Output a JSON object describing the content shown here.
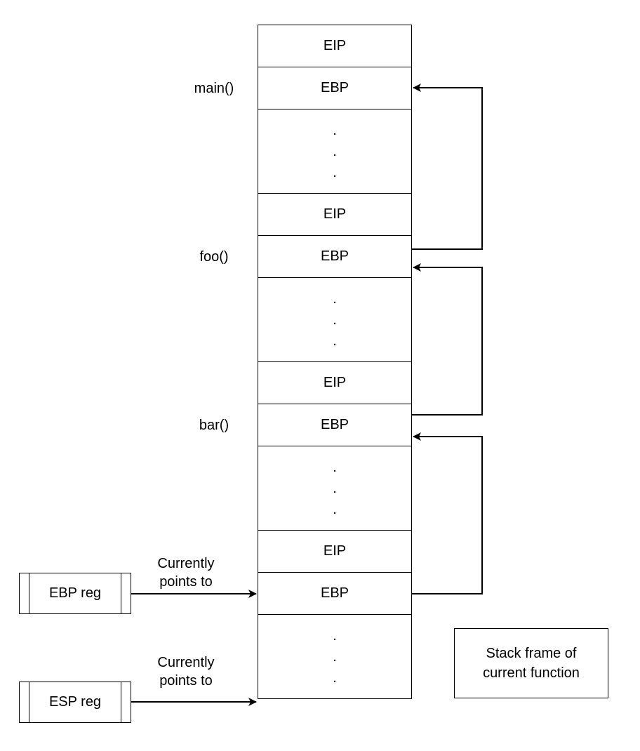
{
  "stack": {
    "cells": [
      {
        "kind": "eip",
        "label": "EIP"
      },
      {
        "kind": "ebp",
        "label": "EBP"
      },
      {
        "kind": "dots",
        "label": ". . ."
      },
      {
        "kind": "eip",
        "label": "EIP"
      },
      {
        "kind": "ebp",
        "label": "EBP"
      },
      {
        "kind": "dots",
        "label": ". . ."
      },
      {
        "kind": "eip",
        "label": "EIP"
      },
      {
        "kind": "ebp",
        "label": "EBP"
      },
      {
        "kind": "dots",
        "label": ". . ."
      },
      {
        "kind": "eip",
        "label": "EIP"
      },
      {
        "kind": "ebp",
        "label": "EBP"
      },
      {
        "kind": "dots",
        "label": ". . ."
      }
    ]
  },
  "functions": [
    {
      "label": "main()"
    },
    {
      "label": "foo()"
    },
    {
      "label": "bar()"
    }
  ],
  "registers": {
    "ebp": {
      "label": "EBP reg",
      "pointer_text": "Currently points to"
    },
    "esp": {
      "label": "ESP reg",
      "pointer_text": "Currently points to"
    }
  },
  "legend": {
    "text": "Stack frame of current function"
  }
}
